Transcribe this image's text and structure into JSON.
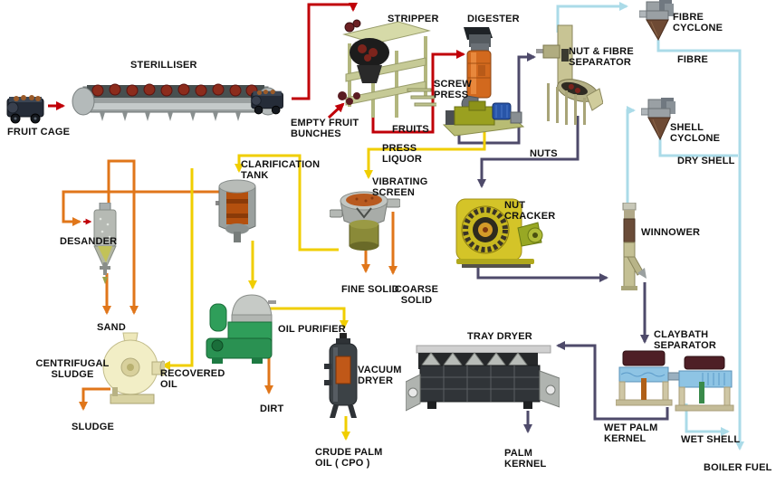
{
  "equipment": {
    "fruit_cage": "FRUIT CAGE",
    "steriliser": "STERILLISER",
    "stripper": "STRIPPER",
    "digester": "DIGESTER",
    "screw_press": "SCREW\nPRESS",
    "nut_fibre_separator": "NUT & FIBRE\nSEPARATOR",
    "fibre_cyclone": "FIBRE\nCYCLONE",
    "shell_cyclone": "SHELL\nCYCLONE",
    "winnower": "WINNOWER",
    "nut_cracker": "NUT\nCRACKER",
    "vibrating_screen": "VIBRATING\nSCREEN",
    "clarification_tank": "CLARIFICATION\nTANK",
    "desander": "DESANDER",
    "centrifugal_sludge": "CENTRIFUGAL\nSLUDGE",
    "oil_purifier": "OIL PURIFIER",
    "vacuum_dryer": "VACUUM\nDRYER",
    "tray_dryer": "TRAY DRYER",
    "claybath_separator": "CLAYBATH\nSEPARATOR"
  },
  "streams": {
    "empty_fruit_bunches": "EMPTY FRUIT\nBUNCHES",
    "fruits": "FRUITS",
    "press_liquor": "PRESS\nLIQUOR",
    "nuts": "NUTS",
    "fibre": "FIBRE",
    "dry_shell": "DRY SHELL",
    "fine_solid": "FINE SOLID",
    "coarse_solid": "COARSE\nSOLID",
    "sand": "SAND",
    "sludge": "SLUDGE",
    "recovered_oil": "RECOVERED\nOIL",
    "dirt": "DIRT",
    "crude_palm_oil": "CRUDE PALM\nOIL ( CPO )",
    "palm_kernel": "PALM\nKERNEL",
    "wet_palm_kernel": "WET PALM\nKERNEL",
    "wet_shell": "WET SHELL",
    "boiler_fuel": "BOILER FUEL"
  },
  "stream_colors": {
    "fresh_fruit_red": "#c00008",
    "oil_yellow": "#f0ce00",
    "solids_orange": "#e0761a",
    "nuts_kernel_navy": "#4e4a6a",
    "pneumatic_blue": "#abdbe8"
  }
}
